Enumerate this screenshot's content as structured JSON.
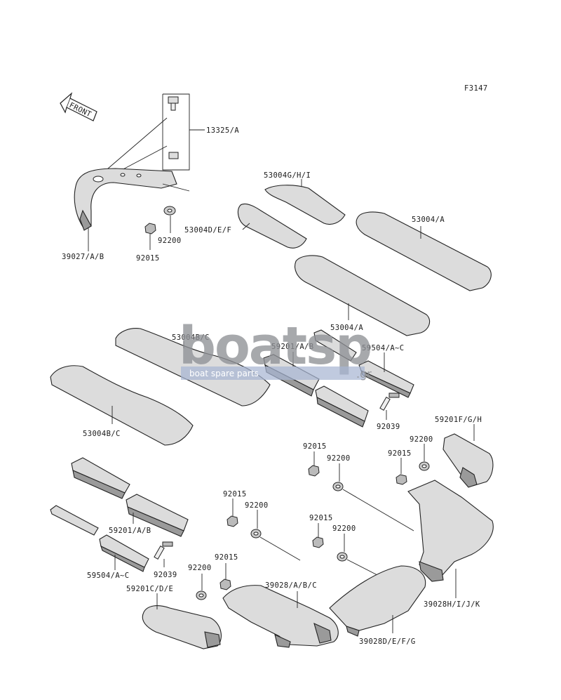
{
  "figure_code": "F3147",
  "front_arrow": {
    "label": "FRONT"
  },
  "watermark": {
    "brand": "boatsp",
    "tagline": "boat spare parts",
    "suffix": ".gr"
  },
  "parts": {
    "p13325": "13325/A",
    "p39027": "39027/A/B",
    "p92015_top": "92015",
    "p92200_top": "92200",
    "p53004ghi": "53004G/H/I",
    "p53004def": "53004D/E/F",
    "p53004a_right": "53004/A",
    "p53004a_mid": "53004/A",
    "p53004bc_top": "53004B/C",
    "p53004bc_left": "53004B/C",
    "p59201ab_mid": "59201/A/B",
    "p59504_mid": "59504/A~C",
    "p92039_mid": "92039",
    "p59201fgh": "59201F/G/H",
    "p92200_r1": "92200",
    "p92015_r1": "92015",
    "p92015_c1": "92015",
    "p92200_c1": "92200",
    "p92015_l1": "92015",
    "p92200_l1": "92200",
    "p92015_c2": "92015",
    "p92200_c2": "92200",
    "p59201ab_left": "59201/A/B",
    "p59504_left": "59504/A~C",
    "p92039_left": "92039",
    "p92015_l2": "92015",
    "p92200_l2": "92200",
    "p59201cde": "59201C/D/E",
    "p39028abc": "39028/A/B/C",
    "p39028defg": "39028D/E/F/G",
    "p39028hijk": "39028H/I/J/K"
  }
}
